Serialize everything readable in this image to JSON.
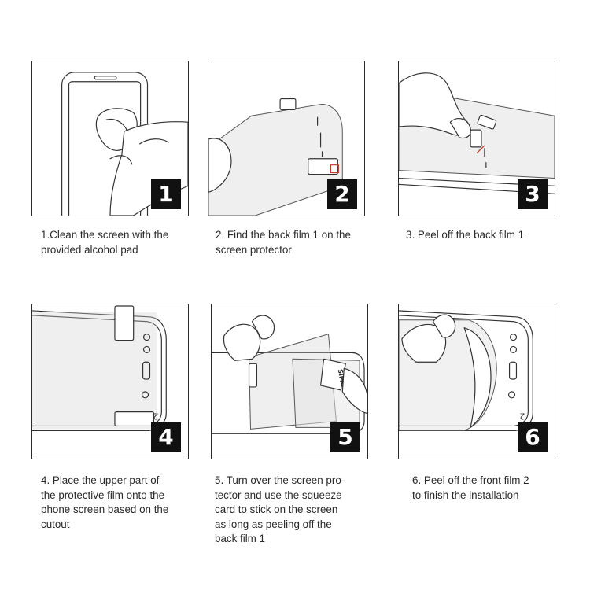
{
  "steps": [
    {
      "number": "1",
      "caption": "1.Clean the screen with the\nprovided alcohol pad"
    },
    {
      "number": "2",
      "caption": "2. Find the back film 1 on the\nscreen protector"
    },
    {
      "number": "3",
      "caption": "3. Peel off the back film 1"
    },
    {
      "number": "4",
      "caption": "4. Place the upper part of\nthe protective film onto the\nphone screen based on the\ncutout"
    },
    {
      "number": "5",
      "caption": "5. Turn over the screen pro-\ntector and use the squeeze\ncard to stick on the screen\nas long as peeling off the\nback film 1"
    },
    {
      "number": "6",
      "caption": "6. Peel off the front film 2\nto finish the installation"
    }
  ],
  "labels": {
    "film_2_mark": "2",
    "squeeze_card_text": "SIMU"
  },
  "colors": {
    "border": "#2b2b2b",
    "badge_bg": "#111111",
    "badge_text": "#ffffff",
    "caption_text": "#2a2a2a"
  }
}
